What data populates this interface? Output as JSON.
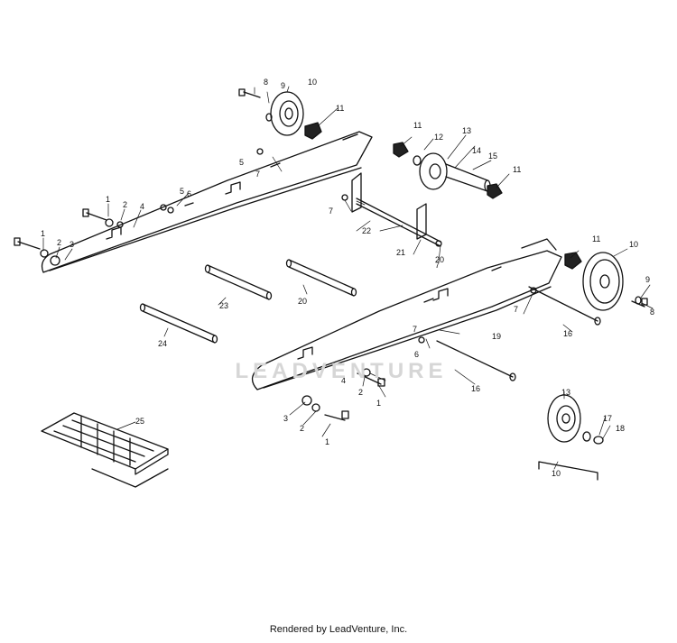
{
  "diagram": {
    "callouts": [
      "1",
      "1",
      "1",
      "1",
      "2",
      "2",
      "2",
      "2",
      "3",
      "3",
      "4",
      "4",
      "5",
      "5",
      "6",
      "6",
      "7",
      "7",
      "7",
      "7",
      "7",
      "8",
      "8",
      "9",
      "9",
      "10",
      "10",
      "10",
      "11",
      "11",
      "11",
      "11",
      "12",
      "13",
      "13",
      "14",
      "15",
      "16",
      "16",
      "17",
      "18",
      "19",
      "20",
      "20",
      "21",
      "22",
      "23",
      "24",
      "25"
    ]
  },
  "watermark": {
    "text": "LEADVENTURE"
  },
  "footer": {
    "text": "Rendered by LeadVenture, Inc."
  }
}
